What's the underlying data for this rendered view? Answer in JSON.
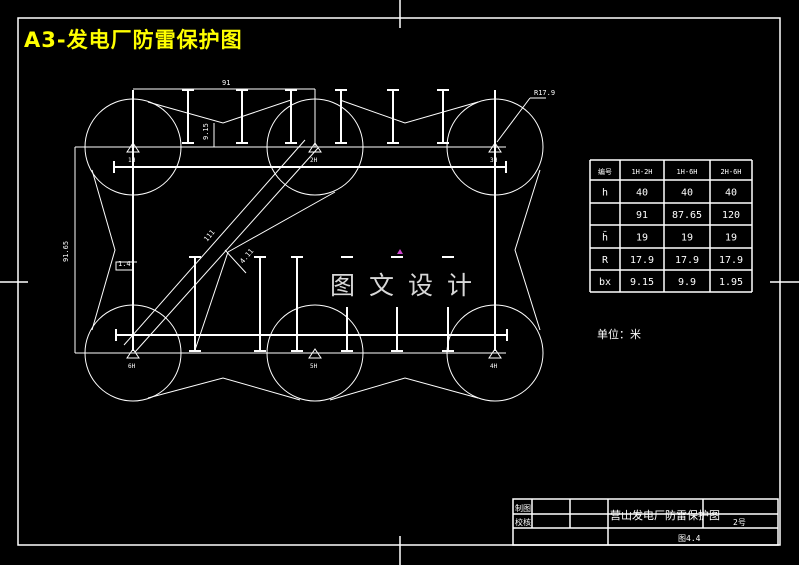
{
  "title": "A3-发电厂防雷保护图",
  "watermark": "图文设计",
  "rods": [
    "1H",
    "2H",
    "3H",
    "4H",
    "5H",
    "6H"
  ],
  "dimensions": {
    "top_span": "91",
    "side_span": "91.65",
    "bx": "9.15",
    "diag": "111",
    "radius": "R17.9",
    "diag_offset": "4.11",
    "side_offset": "1.4"
  },
  "table": {
    "headers": [
      "编号",
      "1H-2H",
      "1H-6H",
      "2H-6H"
    ],
    "rows": [
      [
        "h",
        "40",
        "40",
        "40"
      ],
      [
        "",
        "91",
        "87.65",
        "120"
      ],
      [
        "h̄",
        "19",
        "19",
        "19"
      ],
      [
        "R",
        "17.9",
        "17.9",
        "17.9"
      ],
      [
        "bx",
        "9.15",
        "9.9",
        "1.95"
      ]
    ]
  },
  "unit_label": "单位：米",
  "title_block": {
    "drawn": "制图",
    "checked": "校核",
    "drawing_name": "营山发电厂防雷保护图",
    "sheet": "2号",
    "figure_no": "图4.4"
  },
  "colors": {
    "background": "#000000",
    "lines": "#ffffff",
    "title": "#ffff00",
    "marker": "#cc44cc"
  }
}
